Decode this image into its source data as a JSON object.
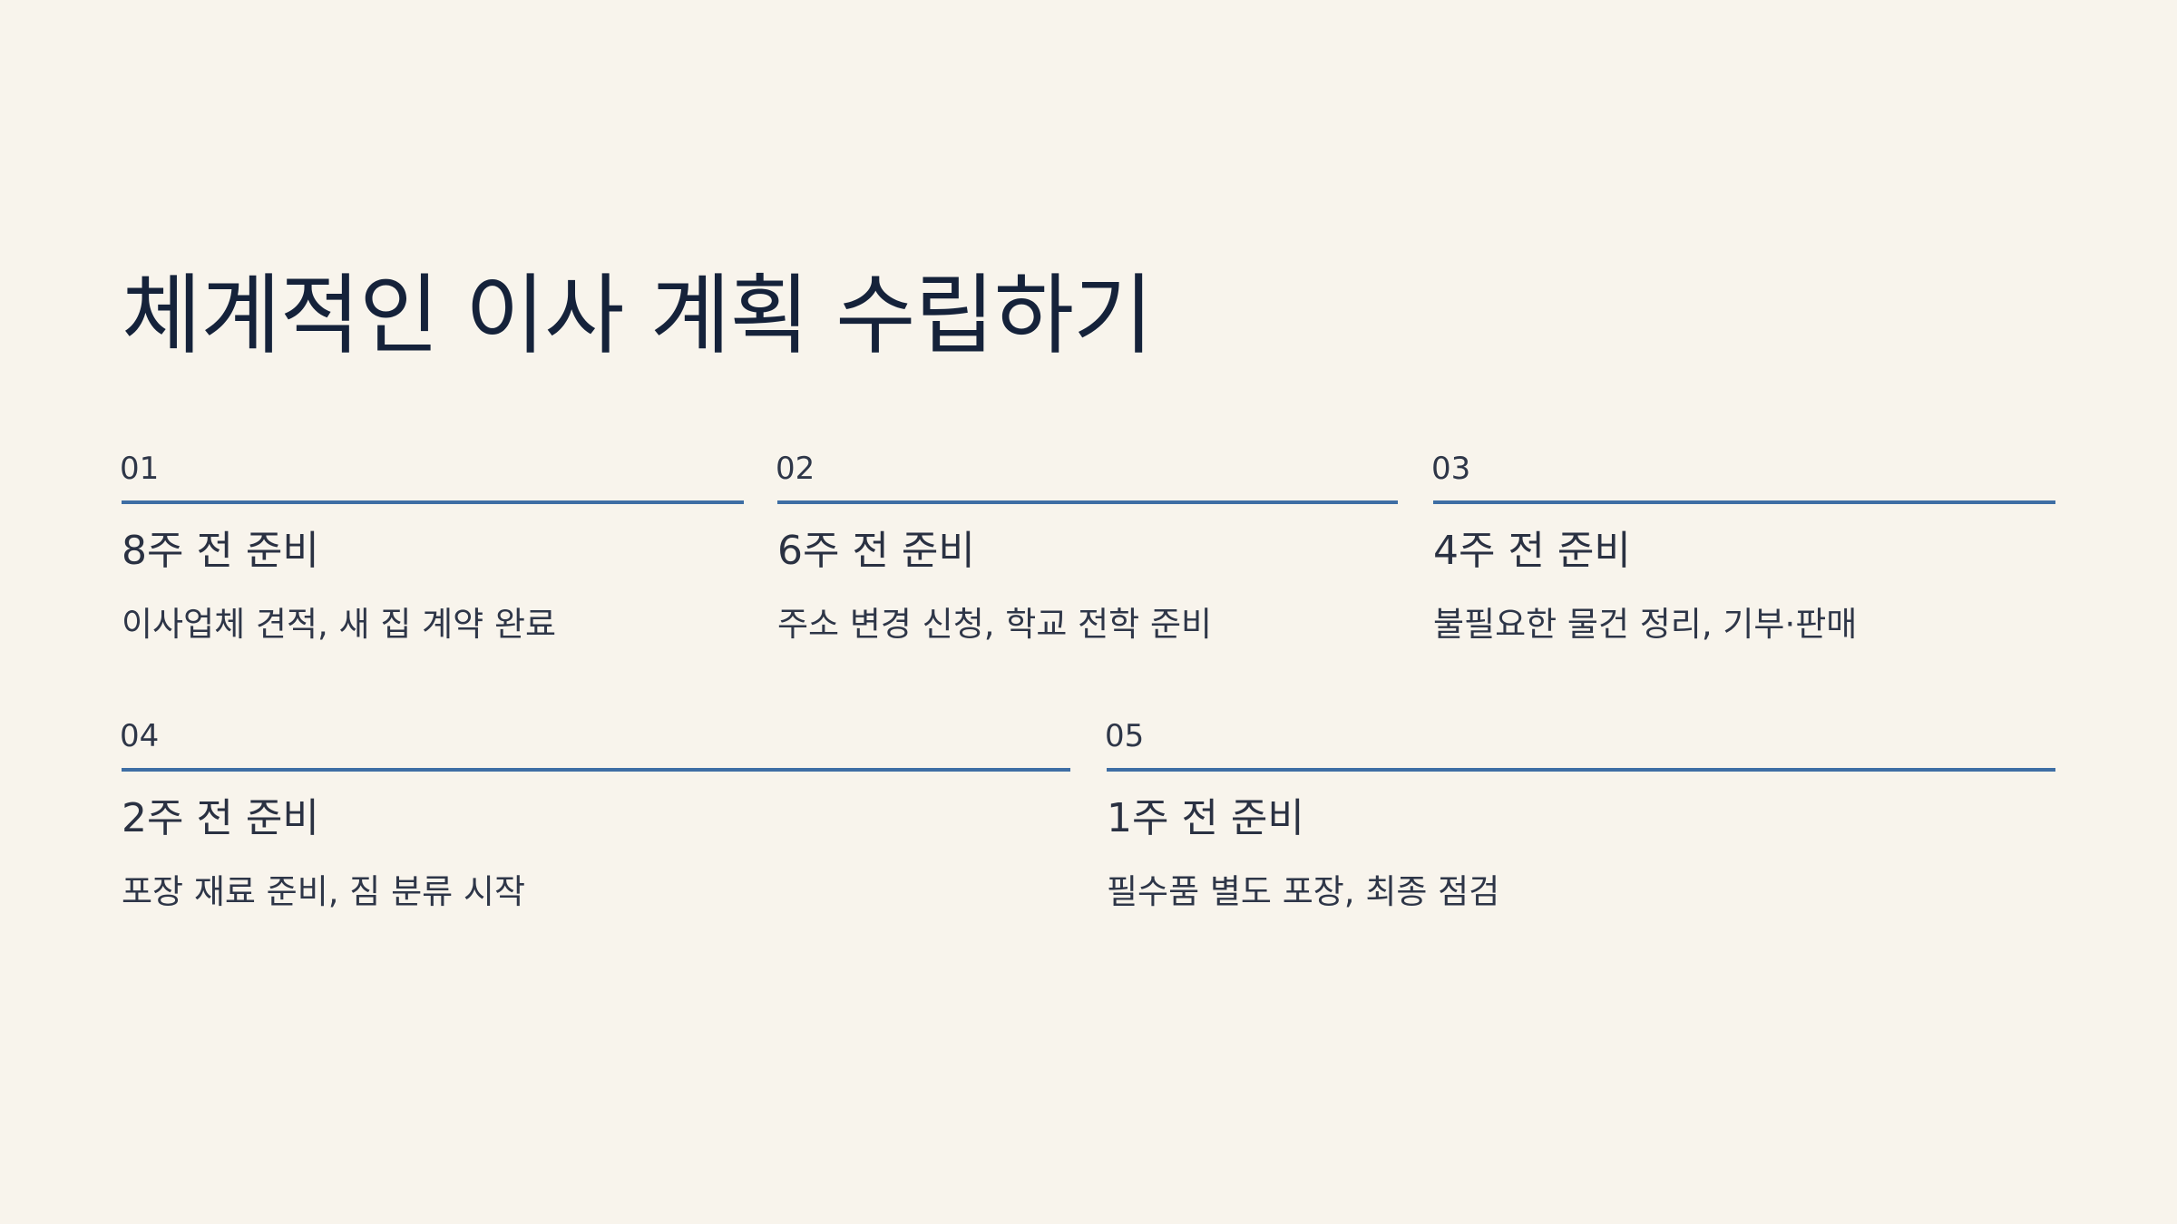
{
  "title": "체계적인 이사 계획 수립하기",
  "steps": [
    {
      "number": "01",
      "heading": "8주 전 준비",
      "description": "이사업체 견적, 새 집 계약 완료"
    },
    {
      "number": "02",
      "heading": "6주 전 준비",
      "description": "주소 변경 신청, 학교 전학 준비"
    },
    {
      "number": "03",
      "heading": "4주 전 준비",
      "description": "불필요한 물건 정리, 기부·판매"
    },
    {
      "number": "04",
      "heading": "2주 전 준비",
      "description": "포장 재료 준비, 짐 분류 시작"
    },
    {
      "number": "05",
      "heading": "1주 전 준비",
      "description": "필수품 별도 포장, 최종 점검"
    }
  ],
  "colors": {
    "background": "#F8F4EC",
    "title": "#15223A",
    "accent_rule": "#3E6EA4",
    "text": "#2E3648"
  }
}
